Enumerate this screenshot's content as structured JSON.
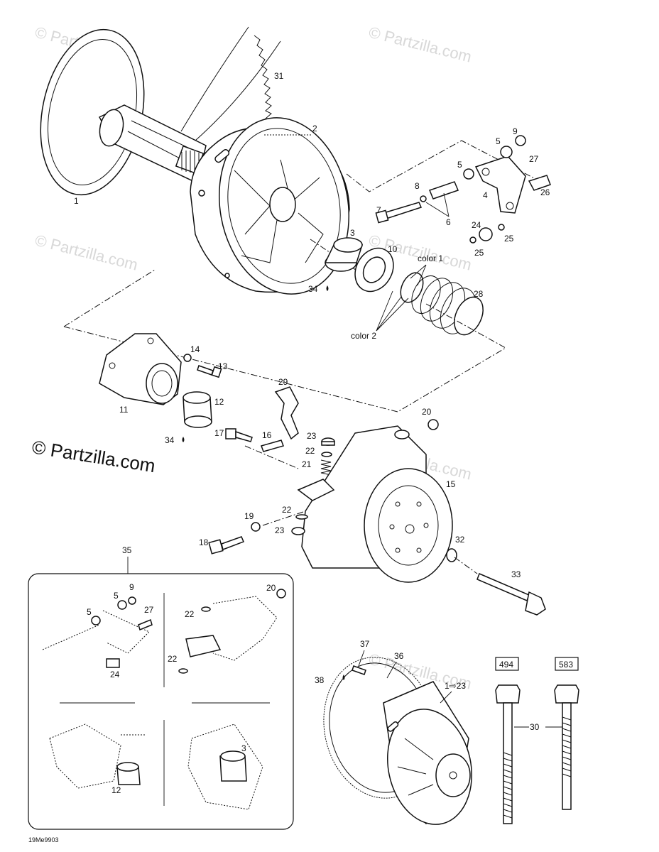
{
  "watermarks": {
    "text": "© Partzilla.com",
    "main_text": "© Partzilla.com"
  },
  "diagram_code": "19Me9903",
  "labels": {
    "p1": "1",
    "p2": "2",
    "p3": "3",
    "p4": "4",
    "p5a": "5",
    "p5b": "5",
    "p6": "6",
    "p7": "7",
    "p8": "8",
    "p9": "9",
    "p10": "10",
    "p11": "11",
    "p12": "12",
    "p13": "13",
    "p14": "14",
    "p15": "15",
    "p16": "16",
    "p17": "17",
    "p18": "18",
    "p19": "19",
    "p20": "20",
    "p21": "21",
    "p22a": "22",
    "p22b": "22",
    "p23a": "23",
    "p23b": "23",
    "p24": "24",
    "p25a": "25",
    "p25b": "25",
    "p26": "26",
    "p27": "27",
    "p28": "28",
    "p29": "29",
    "p30": "30",
    "p31": "31",
    "p32": "32",
    "p33": "33",
    "p34a": "34",
    "p34b": "34",
    "p35": "35",
    "p36": "36",
    "p37": "37",
    "p38": "38",
    "p1to23": "1⇨23",
    "color1": "color 1",
    "color2": "color 2",
    "inset_5a": "5",
    "inset_9": "9",
    "inset_5b": "5",
    "inset_27": "27",
    "inset_24": "24",
    "inset_20": "20",
    "inset_22a": "22",
    "inset_22b": "22",
    "inset_3": "3",
    "inset_12": "12",
    "box494": "494",
    "box583": "583"
  }
}
